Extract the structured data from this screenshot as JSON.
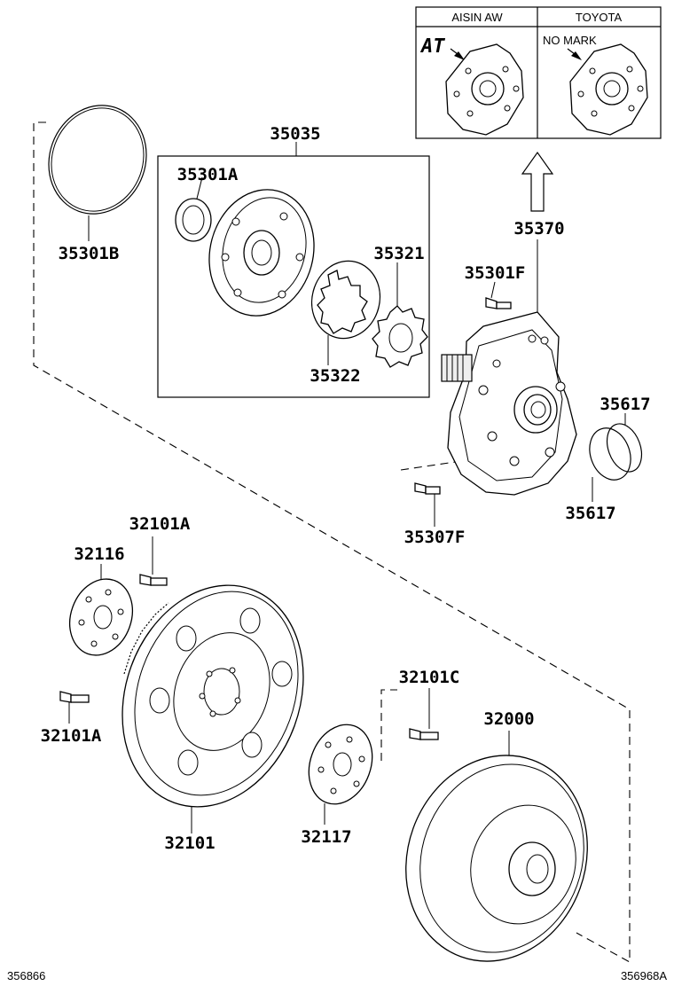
{
  "legend": {
    "col1": "AISIN AW",
    "col2": "TOYOTA",
    "no_mark": "NO MARK",
    "logo_text": "AT"
  },
  "labels": {
    "p35301B": "35301B",
    "p35035": "35035",
    "p35301A": "35301A",
    "p35321": "35321",
    "p35322": "35322",
    "p35370": "35370",
    "p35301F": "35301F",
    "p35617a": "35617",
    "p35617b": "35617",
    "p35307F": "35307F",
    "p32101A_top": "32101A",
    "p32116": "32116",
    "p32101A_left": "32101A",
    "p32101C": "32101C",
    "p32000": "32000",
    "p32101": "32101",
    "p32117": "32117"
  },
  "footer": {
    "left": "356866",
    "right": "356968A"
  }
}
